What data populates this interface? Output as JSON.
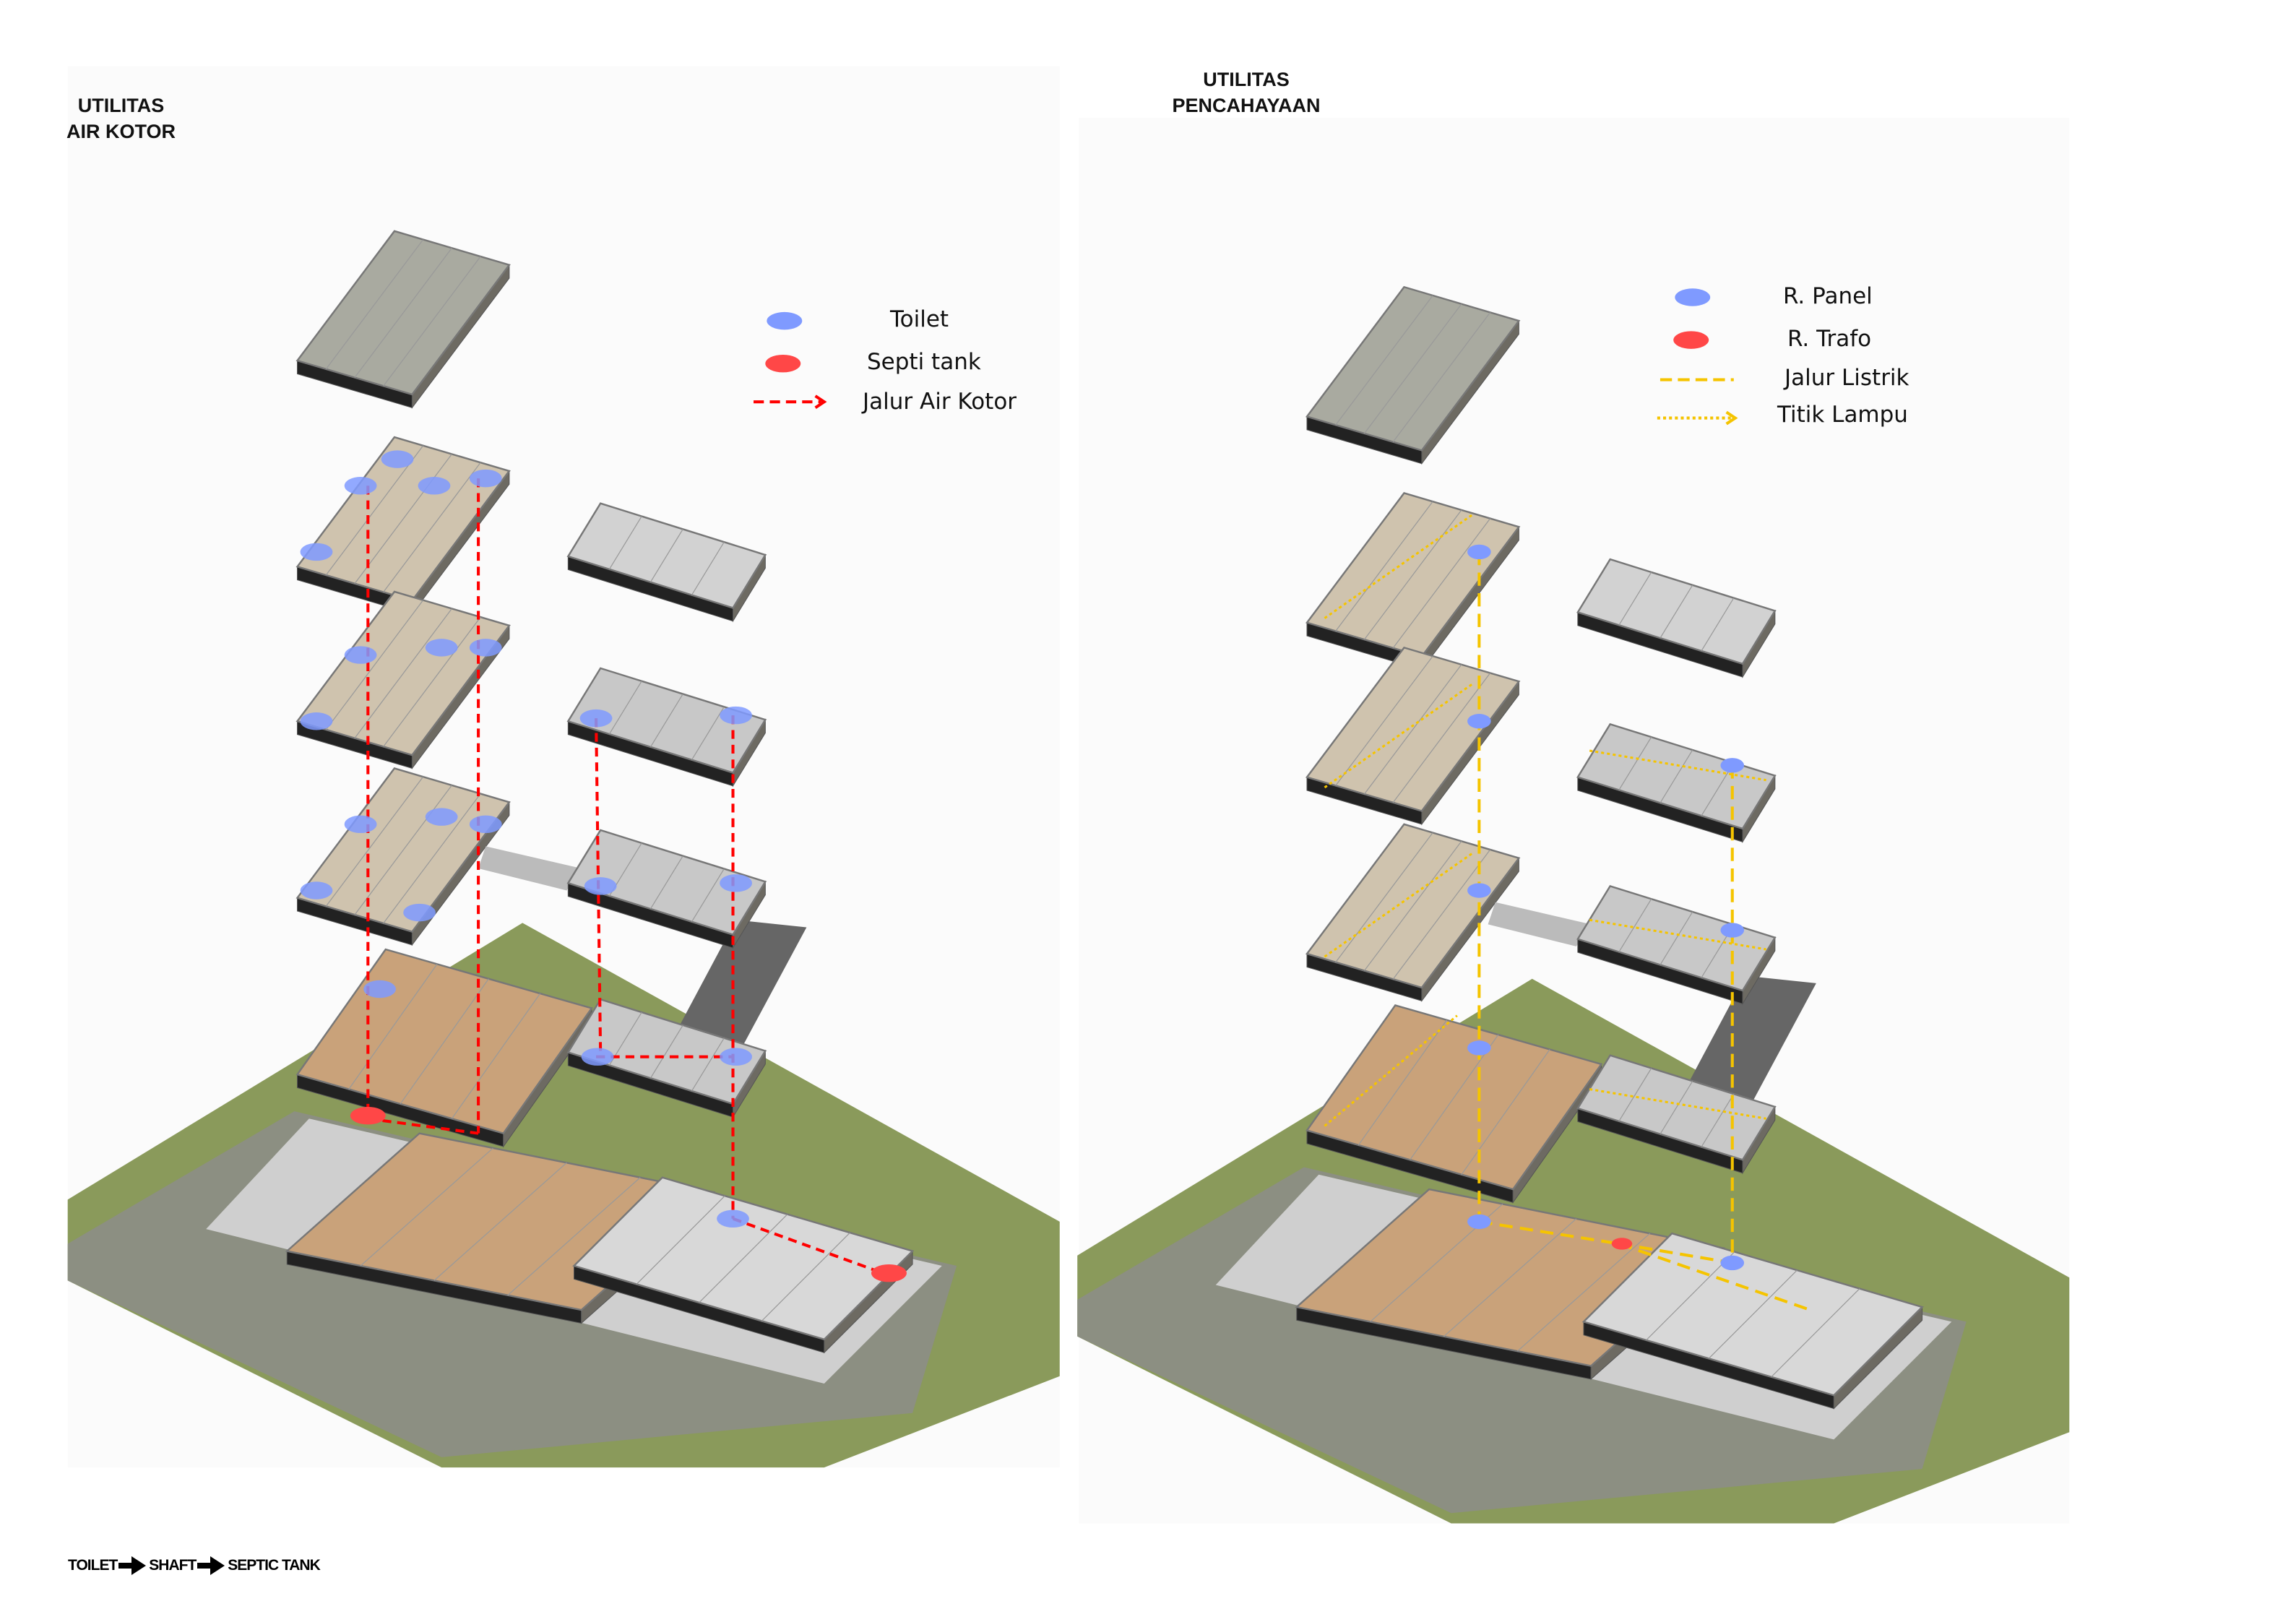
{
  "left_panel": {
    "title_line1": "UTILITAS",
    "title_line2": "AIR KOTOR",
    "legend": [
      {
        "label": "Toilet",
        "symbol": "ellipse",
        "color": "#7f9aff"
      },
      {
        "label": "Septi tank",
        "symbol": "ellipse",
        "color": "#ff4747"
      },
      {
        "label": "Jalur Air Kotor",
        "symbol": "dashed-arrow",
        "color": "#ff0000"
      }
    ]
  },
  "right_panel": {
    "title_line1": "UTILITAS",
    "title_line2": "PENCAHAYAAN",
    "legend": [
      {
        "label": "R. Panel",
        "symbol": "ellipse",
        "color": "#7f9aff"
      },
      {
        "label": "R. Trafo",
        "symbol": "ellipse",
        "color": "#ff4747"
      },
      {
        "label": "Jalur Listrik",
        "symbol": "dashed-line",
        "color": "#f5c400"
      },
      {
        "label": "Titik Lampu",
        "symbol": "dotted-arrow",
        "color": "#f5c400"
      }
    ]
  },
  "flow": {
    "steps": [
      "TOILET",
      "SHAFT",
      "SEPTIC TANK"
    ]
  },
  "colors": {
    "ground": "#8a9a5b",
    "road": "#8c8c8c",
    "slab": "#a9aaa0",
    "wood": "#c9a27a",
    "toilet": "#7f9aff",
    "septic": "#ff4747",
    "sewage_line": "#ff0000",
    "electric_line": "#f5c400"
  }
}
